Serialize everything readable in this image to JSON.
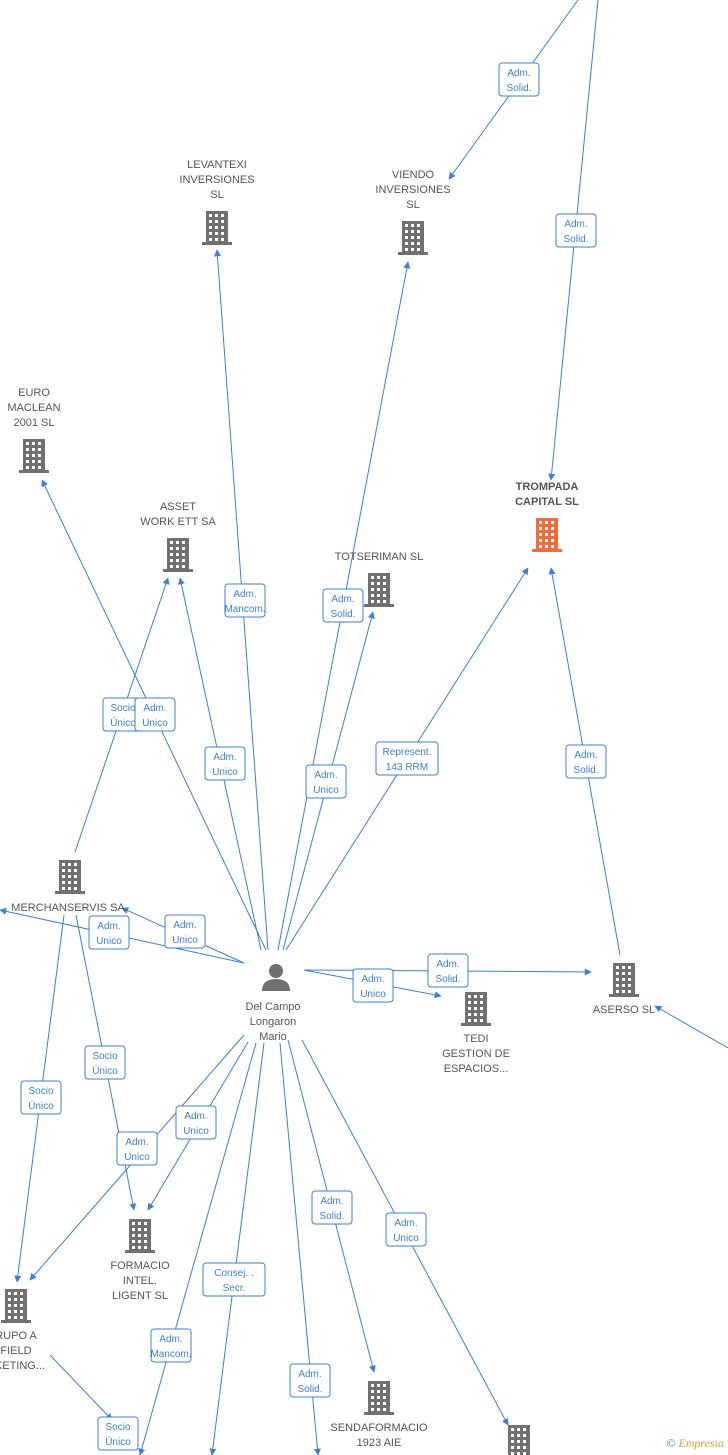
{
  "center": {
    "lines": [
      "Del Campo",
      "Longaron",
      "Mario"
    ]
  },
  "companies": [
    {
      "id": "levantexi",
      "lines": [
        "LEVANTEXI",
        "INVERSIONES",
        "SL"
      ],
      "highlight": false
    },
    {
      "id": "viendo",
      "lines": [
        "VIENDO",
        "INVERSIONES",
        "SL"
      ],
      "highlight": false
    },
    {
      "id": "trompada",
      "lines": [
        "TROMPADA",
        "CAPITAL  SL"
      ],
      "highlight": true
    },
    {
      "id": "euro-maclean",
      "lines": [
        "EURO",
        "MACLEAN",
        "2001 SL"
      ],
      "highlight": false
    },
    {
      "id": "asset",
      "lines": [
        "ASSET",
        "WORK ETT SA"
      ],
      "highlight": false
    },
    {
      "id": "totseriman",
      "lines": [
        "TOTSERIMAN SL"
      ],
      "highlight": false
    },
    {
      "id": "merchanservis",
      "lines": [
        "MERCHANSERVIS SA"
      ],
      "highlight": false
    },
    {
      "id": "tedi",
      "lines": [
        "TEDI",
        "GESTION DE",
        "ESPACIOS..."
      ],
      "highlight": false
    },
    {
      "id": "aserso",
      "lines": [
        "ASERSO  SL"
      ],
      "highlight": false
    },
    {
      "id": "formacio",
      "lines": [
        "FORMACIO",
        "INTEL.",
        "LIGENT SL"
      ],
      "highlight": false
    },
    {
      "id": "grupo",
      "lines": [
        "RUPO A",
        "FIELD",
        "RKETING..."
      ],
      "highlight": false
    },
    {
      "id": "sendaformacio",
      "lines": [
        "SENDAFORMACIO",
        "1923  AIE"
      ],
      "highlight": false
    },
    {
      "id": "bottom-right",
      "lines": [],
      "highlight": false
    }
  ],
  "relations": [
    {
      "id": "r1",
      "lines": [
        "Adm.",
        "Solid."
      ]
    },
    {
      "id": "r2",
      "lines": [
        "Adm.",
        "Solid."
      ]
    },
    {
      "id": "r3",
      "lines": [
        "Adm.",
        "Mancom."
      ]
    },
    {
      "id": "r4",
      "lines": [
        "Adm.",
        "Solid."
      ]
    },
    {
      "id": "r5",
      "lines": [
        "Socio",
        "Único"
      ]
    },
    {
      "id": "r6",
      "lines": [
        "Adm.",
        "Unico"
      ]
    },
    {
      "id": "r7",
      "lines": [
        "Adm.",
        "Unico"
      ]
    },
    {
      "id": "r8",
      "lines": [
        "Adm.",
        "Unico"
      ]
    },
    {
      "id": "r9",
      "lines": [
        "Represent.",
        "143 RRM"
      ]
    },
    {
      "id": "r10",
      "lines": [
        "Adm.",
        "Solid."
      ]
    },
    {
      "id": "r11",
      "lines": [
        "Adm.",
        "Unico"
      ]
    },
    {
      "id": "r12",
      "lines": [
        "Adm.",
        "Unico"
      ]
    },
    {
      "id": "r13",
      "lines": [
        "Adm.",
        "Solid."
      ]
    },
    {
      "id": "r14",
      "lines": [
        "Adm.",
        "Unico"
      ]
    },
    {
      "id": "r15",
      "lines": [
        "Socio",
        "Único"
      ]
    },
    {
      "id": "r16",
      "lines": [
        "Socio",
        "Único"
      ]
    },
    {
      "id": "r17",
      "lines": [
        "Adm.",
        "Unico"
      ]
    },
    {
      "id": "r18",
      "lines": [
        "Adm.",
        "Unico"
      ]
    },
    {
      "id": "r19",
      "lines": [
        "Consej. .",
        "Secr."
      ]
    },
    {
      "id": "r20",
      "lines": [
        "Adm.",
        "Mancom."
      ]
    },
    {
      "id": "r21",
      "lines": [
        "Adm.",
        "Solid."
      ]
    },
    {
      "id": "r22",
      "lines": [
        "Adm.",
        "Solid."
      ]
    },
    {
      "id": "r23",
      "lines": [
        "Adm.",
        "Unico"
      ]
    },
    {
      "id": "r24",
      "lines": [
        "Socio",
        "Único"
      ]
    }
  ],
  "footer": {
    "copyright": "©",
    "brand": "Empresia"
  },
  "colors": {
    "edge": "#3b7fd6",
    "building": "#707070",
    "highlight": "#f26b3a",
    "text": "#555555"
  }
}
